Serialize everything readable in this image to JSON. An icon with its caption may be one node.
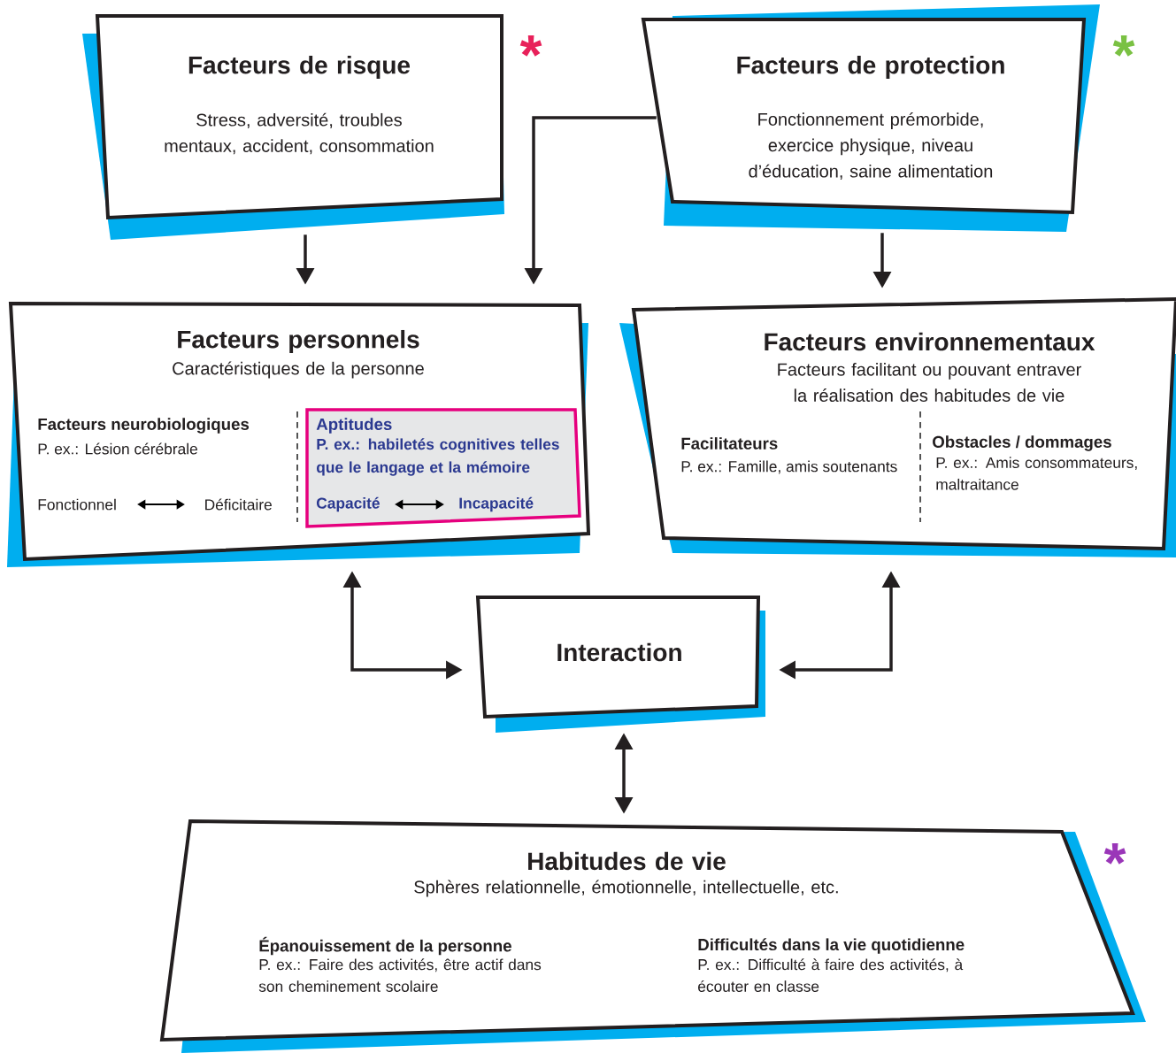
{
  "diagram": {
    "nodes": [
      {
        "text": [
          "Facteurs de risque",
          "Stress, adversité, troubles mentaux, accident, consommation"
        ],
        "beside": [
          "*"
        ]
      },
      {
        "text": [
          "Facteurs de protection",
          "Fonctionnement prémorbide, exercice physique, niveau d’éducation, saine alimentation"
        ],
        "beside": [
          "*"
        ]
      },
      {
        "text": [
          "Facteurs personnels",
          "Caractéristiques de la personne",
          "Facteurs neurobiologiques",
          "P. ex.: Lésion cérébrale",
          "Fonctionnel",
          "Déficitaire"
        ]
      },
      {
        "text": [
          "Aptitudes",
          "P. ex.: habiletés cognitives telles que le langage et la mémoire",
          "Capacité",
          "Incapacité"
        ],
        "in": 2
      },
      {
        "text": [
          "Facteurs environnementaux",
          "Facteurs facilitant ou pouvant entraver la réalisation des habitudes de vie",
          "Facilitateurs",
          "P. ex.: Famille, amis soutenants",
          "Obstacles / dommages",
          "P. ex.: Amis consommateurs, maltraitance"
        ]
      },
      {
        "text": [
          "Interaction"
        ]
      },
      {
        "text": [
          "Habitudes de vie",
          "Sphères relationnelle, émotionnelle, intellectuelle, etc.",
          "Épanouissement de la personne",
          "P. ex.: Faire des activités, être actif dans son cheminement scolaire",
          "Difficultés dans la vie quotidienne",
          "P. ex.: Difficulté à faire des activités, à écouter en classe"
        ],
        "beside": [
          "*"
        ]
      }
    ],
    "edges": [
      {
        "from": 0,
        "to": 2,
        "arrow": "to"
      },
      {
        "from": 1,
        "to": 2,
        "arrow": "to"
      },
      {
        "from": 1,
        "to": 4,
        "arrow": "to"
      },
      {
        "from": 2,
        "to": 5,
        "arrow": "both"
      },
      {
        "from": 4,
        "to": 5,
        "arrow": "both"
      },
      {
        "from": 5,
        "to": 6,
        "arrow": "both"
      }
    ]
  }
}
